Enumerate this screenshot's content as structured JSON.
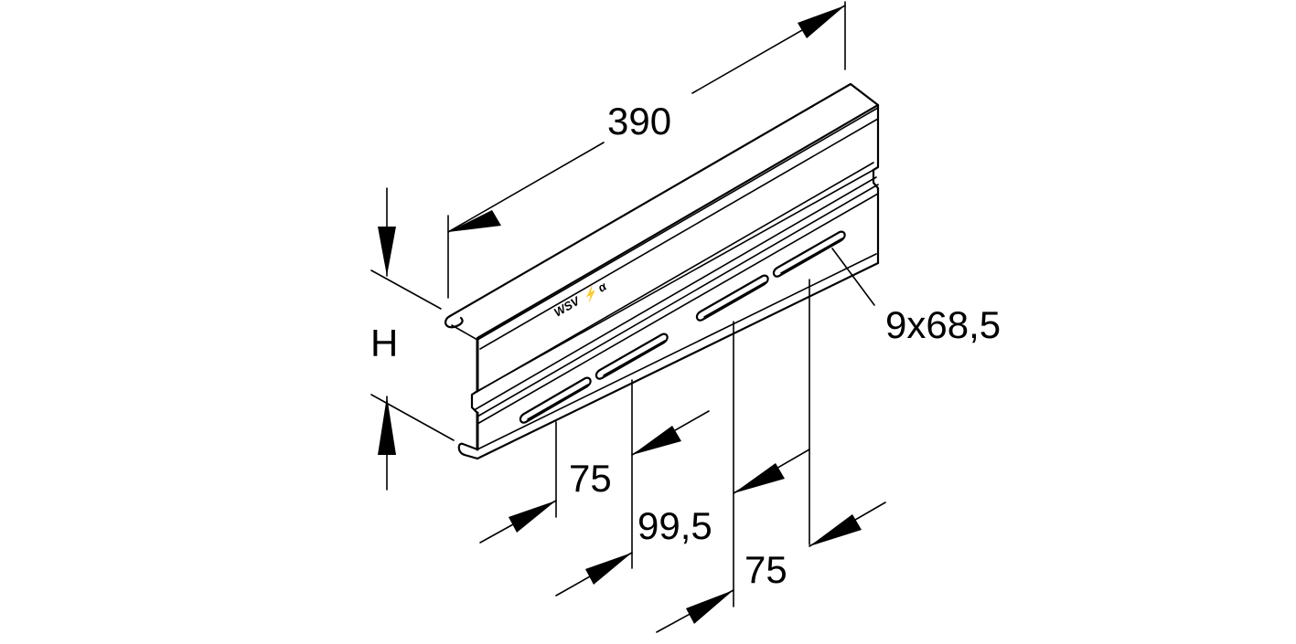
{
  "drawing": {
    "type": "isometric dimension drawing",
    "subject": "profile rail with slotted holes",
    "line_color": "#000000",
    "background": "#ffffff",
    "stamp_text": "WSV",
    "stamp_symbols": "⚡ α"
  },
  "dimensions": {
    "length": {
      "label": "390"
    },
    "height": {
      "label": "H"
    },
    "slot": {
      "label": "9x68,5"
    },
    "spacing_left": {
      "label": "75"
    },
    "spacing_middle": {
      "label": "99,5"
    },
    "spacing_right": {
      "label": "75"
    }
  }
}
